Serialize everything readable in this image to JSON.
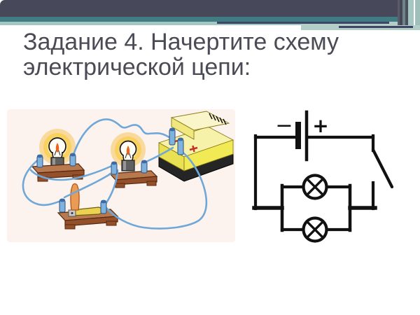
{
  "slide": {
    "title": {
      "line1": "Задание 4. Начертите схему",
      "line2": "электрической цепи:"
    }
  },
  "header": {
    "accent_dark": "#474859",
    "accent_teal": "#3f7c83",
    "accent_sage": "#a5c7c1",
    "accent_navy_line": "#3f4566"
  },
  "illustration": {
    "kind": "pictorial electric circuit",
    "components": {
      "lamp1": "glowing lamp on wooden stand",
      "lamp2": "glowing lamp on wooden stand",
      "switch": "knife switch with wooden handle",
      "battery": "flat yellow battery",
      "wires": "light blue connecting wires"
    },
    "colors": {
      "background": "#fdf3ee",
      "wire": "#6fa8d8",
      "glow": "#f6c544",
      "wood": "#b8794e",
      "battery_yellow": "#f2ea55",
      "terminal_blue": "#7fb3de",
      "battery_mark_red": "#c23327"
    }
  },
  "schematic": {
    "battery_minus_label": "−",
    "battery_plus_label": "+",
    "line_color": "#111111",
    "components": {
      "battery": "cell (long + short plate)",
      "switch": "open switch",
      "lamp_top": "lamp (circle with cross)",
      "lamp_bottom": "lamp (circle with cross)",
      "topology": "two lamps in parallel with open switch"
    }
  }
}
